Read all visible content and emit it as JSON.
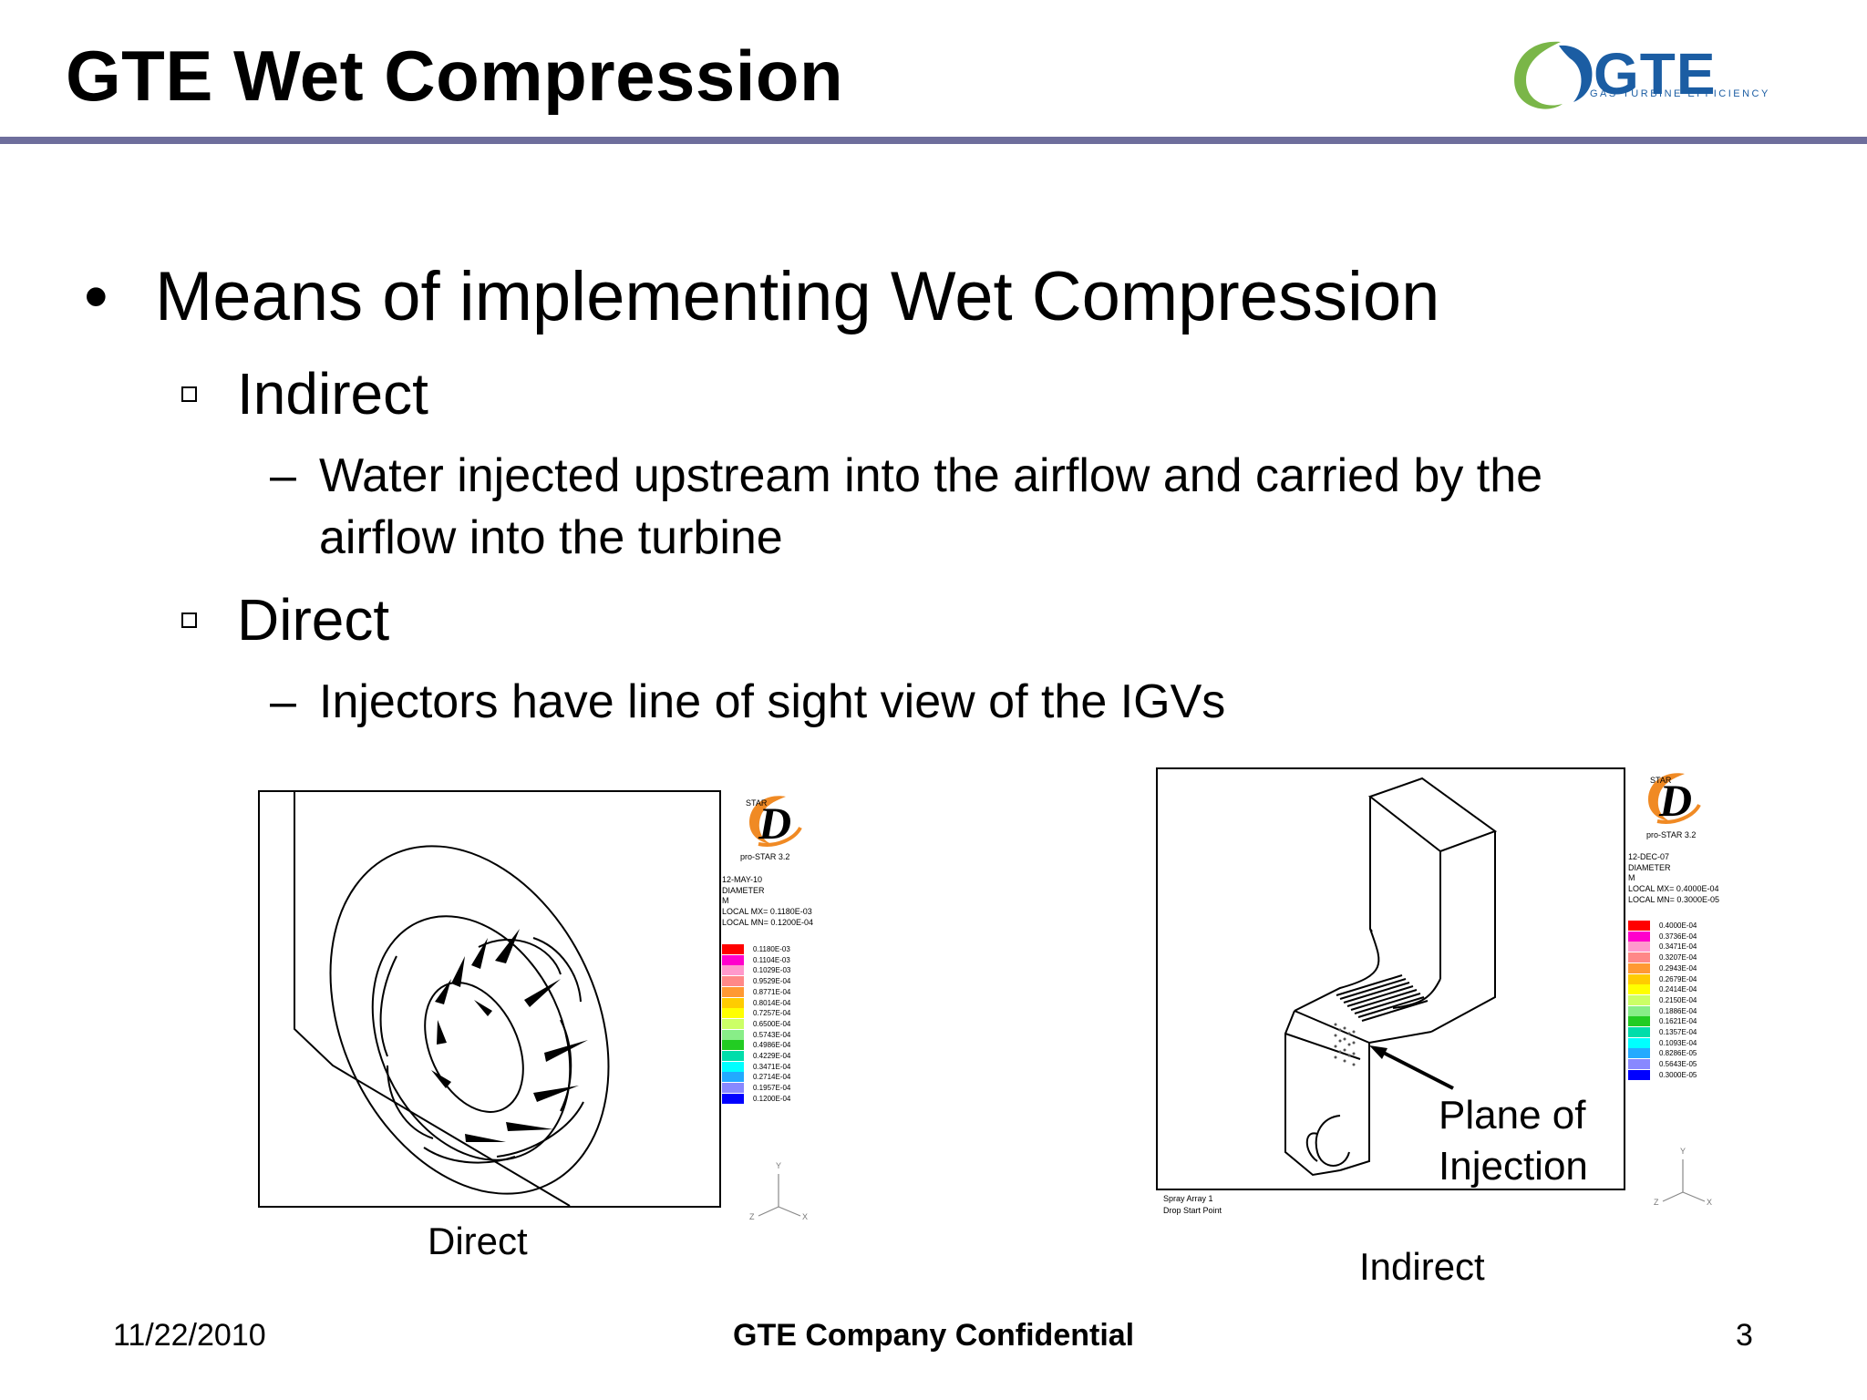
{
  "slide": {
    "title": "GTE Wet Compression",
    "logo": {
      "word": "GTE",
      "tagline": "GAS TURBINE EFFICIENCY",
      "colors": [
        "#1b5da3",
        "#7ab648"
      ]
    },
    "bullets": {
      "main": "Means of implementing Wet Compression",
      "indirect": {
        "label": "Indirect",
        "detail_line1": "Water injected upstream into the airflow and carried by the",
        "detail_line2": "airflow into the turbine"
      },
      "direct": {
        "label": "Direct",
        "detail": "Injectors have line of sight view of the IGVs"
      },
      "dash": "–"
    },
    "left_figure": {
      "brand_small": "STAR",
      "brand_letter": "D",
      "version": "pro-STAR 3.2",
      "info": [
        "12-MAY-10",
        "DIAMETER",
        "M",
        "LOCAL MX= 0.1180E-03",
        "LOCAL MN= 0.1200E-04"
      ],
      "legend": [
        "0.1180E-03",
        "0.1104E-03",
        "0.1029E-03",
        "0.9529E-04",
        "0.8771E-04",
        "0.8014E-04",
        "0.7257E-04",
        "0.6500E-04",
        "0.5743E-04",
        "0.4986E-04",
        "0.4229E-04",
        "0.3471E-04",
        "0.2714E-04",
        "0.1957E-04",
        "0.1200E-04"
      ],
      "axis": {
        "y": "Y",
        "z": "Z",
        "x": "X"
      },
      "caption": "Direct"
    },
    "right_figure": {
      "brand_small": "STAR",
      "brand_letter": "D",
      "version": "pro-STAR 3.2",
      "info": [
        "12-DEC-07",
        "DIAMETER",
        "M",
        "LOCAL MX= 0.4000E-04",
        "LOCAL MN= 0.3000E-05"
      ],
      "legend": [
        "0.4000E-04",
        "0.3736E-04",
        "0.3471E-04",
        "0.3207E-04",
        "0.2943E-04",
        "0.2679E-04",
        "0.2414E-04",
        "0.2150E-04",
        "0.1886E-04",
        "0.1621E-04",
        "0.1357E-04",
        "0.1093E-04",
        "0.8286E-05",
        "0.5643E-05",
        "0.3000E-05"
      ],
      "annotation_line1": "Plane of",
      "annotation_line2": "Injection",
      "spray_line1": "Spray Array 1",
      "spray_line2": "Drop Start Point",
      "axis": {
        "y": "Y",
        "z": "Z",
        "x": "X"
      },
      "caption": "Indirect"
    },
    "legend_colors": [
      "#ff0000",
      "#ff00cc",
      "#ff99cc",
      "#ff8888",
      "#ff9933",
      "#ffcc00",
      "#ffff00",
      "#ccff66",
      "#88ee88",
      "#22cc22",
      "#00ddaa",
      "#00ffff",
      "#22aaff",
      "#8888ff",
      "#0000ff"
    ],
    "footer": {
      "date": "11/22/2010",
      "center": "GTE Company Confidential",
      "page": "3"
    }
  }
}
